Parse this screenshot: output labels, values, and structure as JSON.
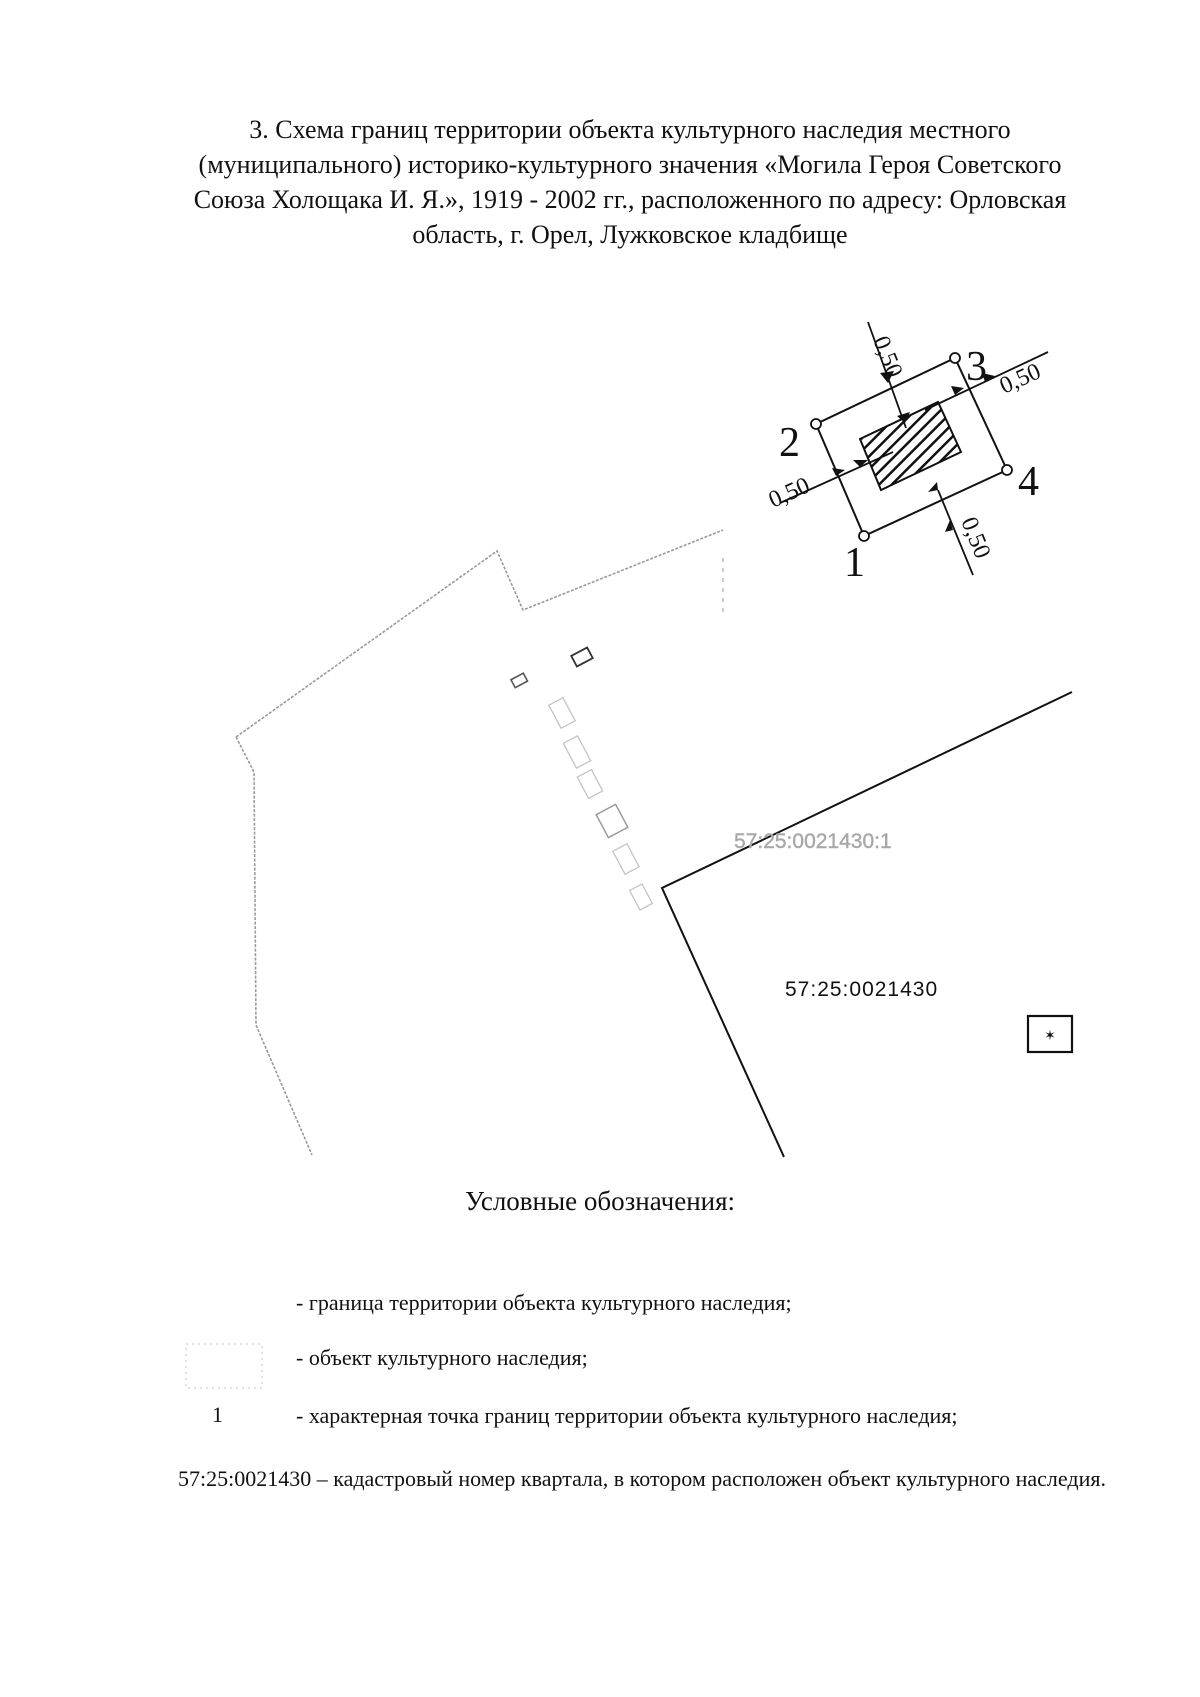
{
  "document": {
    "title_lines": [
      "3. Схема границ территории объекта культурного наследия местного",
      "(муниципального) историко-культурного значения «Могила Героя Советского",
      "Союза Холощака И. Я.», 1919 - 2002 гг., расположенного по адресу: Орловская",
      "область, г. Орел, Лужковское кладбище"
    ]
  },
  "scheme": {
    "points": [
      "1",
      "2",
      "3",
      "4"
    ],
    "dimensions": [
      "0,50",
      "0,50",
      "0,50",
      "0,50"
    ],
    "cadastral_labels": [
      "57:25:0021430:1",
      "57:25:0021430"
    ]
  },
  "legend": {
    "title": "Условные обозначения:",
    "items": [
      "- граница территории объекта культурного наследия;",
      "- объект культурного наследия;",
      "- характерная точка границ территории объекта культурного наследия;"
    ],
    "point_sample": "1",
    "cadastral_note": "57:25:0021430 – кадастровый номер квартала, в котором расположен объект культурного наследия."
  }
}
